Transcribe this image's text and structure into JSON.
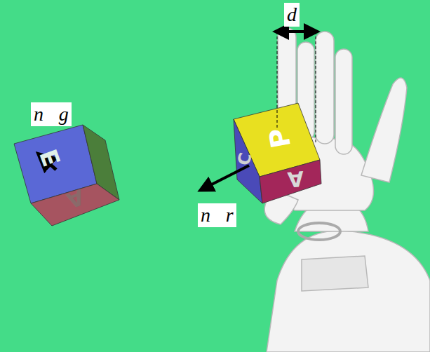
{
  "diagram": {
    "labels": [
      "d",
      "n⃗g",
      "n⃗r",
      "E",
      "A",
      "P",
      "A",
      "C"
    ]
  }
}
